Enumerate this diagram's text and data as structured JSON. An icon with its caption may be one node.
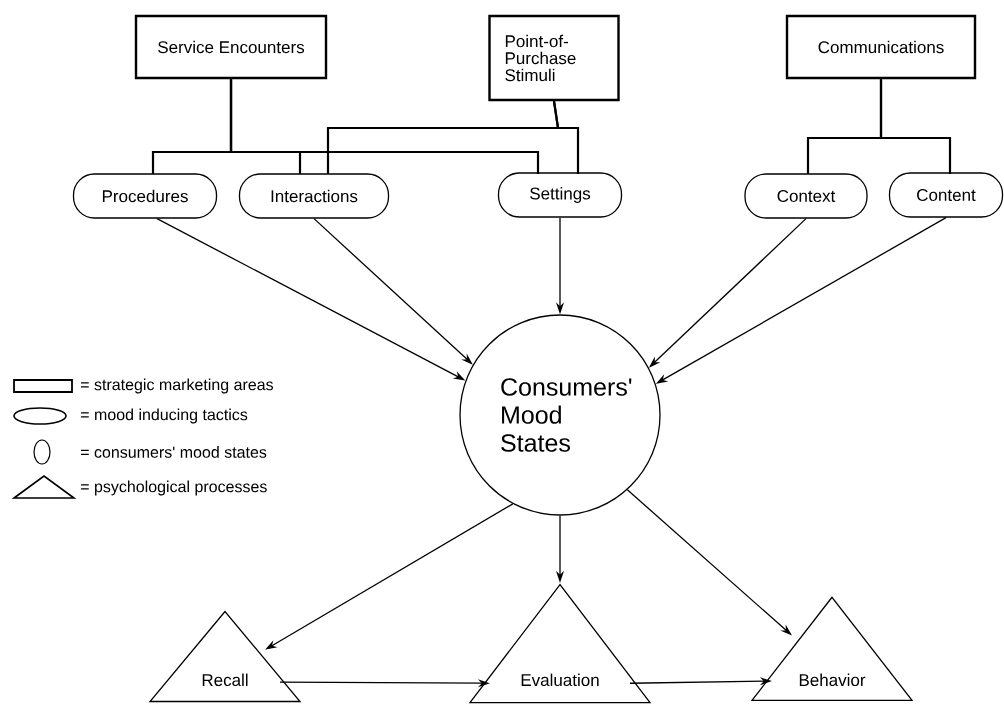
{
  "diagram": {
    "nodes": [
      {
        "text": [
          "Service Encounters"
        ]
      },
      {
        "text": [
          "Point-of-Purchase Stimuli"
        ]
      },
      {
        "text": [
          "Communications"
        ]
      },
      {
        "text": [
          "Procedures"
        ]
      },
      {
        "text": [
          "Interactions"
        ]
      },
      {
        "text": [
          "Settings"
        ]
      },
      {
        "text": [
          "Context"
        ]
      },
      {
        "text": [
          "Content"
        ]
      },
      {
        "text": [
          "Consumers' Mood States"
        ]
      },
      {
        "text": [
          "Recall"
        ]
      },
      {
        "text": [
          "Evaluation"
        ]
      },
      {
        "text": [
          "Behavior"
        ]
      }
    ],
    "edges": [
      {
        "from": 0,
        "to": 3,
        "arrow": "none"
      },
      {
        "from": 0,
        "to": 4,
        "arrow": "none"
      },
      {
        "from": 0,
        "to": 5,
        "arrow": "none"
      },
      {
        "from": 1,
        "to": 4,
        "arrow": "none"
      },
      {
        "from": 1,
        "to": 5,
        "arrow": "none"
      },
      {
        "from": 2,
        "to": 6,
        "arrow": "none"
      },
      {
        "from": 2,
        "to": 7,
        "arrow": "none"
      },
      {
        "from": 3,
        "to": 8,
        "arrow": "to"
      },
      {
        "from": 4,
        "to": 8,
        "arrow": "to"
      },
      {
        "from": 5,
        "to": 8,
        "arrow": "to"
      },
      {
        "from": 6,
        "to": 8,
        "arrow": "to"
      },
      {
        "from": 7,
        "to": 8,
        "arrow": "to"
      },
      {
        "from": 8,
        "to": 9,
        "arrow": "to"
      },
      {
        "from": 8,
        "to": 10,
        "arrow": "to"
      },
      {
        "from": 8,
        "to": 11,
        "arrow": "to"
      },
      {
        "from": 9,
        "to": 10,
        "arrow": "to"
      },
      {
        "from": 10,
        "to": 11,
        "arrow": "to"
      }
    ],
    "legend": [
      {
        "text": "= strategic marketing areas"
      },
      {
        "text": "= mood inducing tactics"
      },
      {
        "text": "= consumers' mood states"
      },
      {
        "text": "= psychological processes"
      }
    ]
  }
}
